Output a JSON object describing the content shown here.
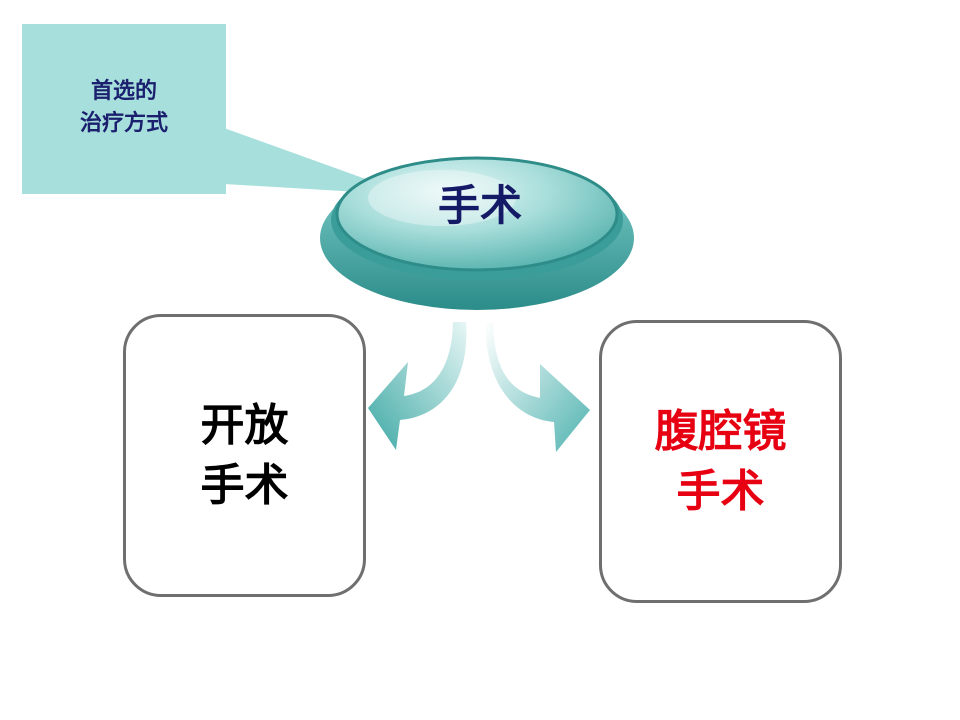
{
  "callout": {
    "text": "首选的\n治疗方式"
  },
  "center": {
    "label": "手术"
  },
  "left_box": {
    "text": "开放\n手术"
  },
  "right_box": {
    "text": "腹腔镜\n手术"
  },
  "colors": {
    "teal": "#4fb3b0",
    "teal_dark": "#2e8c89",
    "callout_bg": "#a7dfdc",
    "center_text": "#141a66",
    "highlight_red": "#e60012",
    "box_border": "#6f6f6f"
  }
}
